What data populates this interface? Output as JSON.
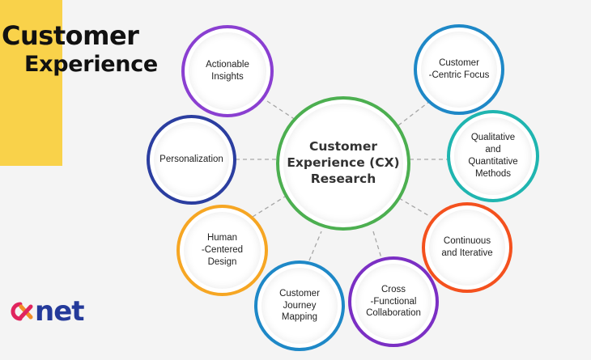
{
  "title": {
    "line1": "Customer",
    "line2": "Experience"
  },
  "center": {
    "label": "Customer\nExperience (CX)\nResearch",
    "color": "#4caf50"
  },
  "nodes": [
    {
      "id": "actionable-insights",
      "label": "Actionable\nInsights",
      "color": "#8a3fd1"
    },
    {
      "id": "customer-centric-focus",
      "label": "Customer\n-Centric Focus",
      "color": "#1e88c7"
    },
    {
      "id": "personalization",
      "label": "Personalization",
      "color": "#2b3ea0"
    },
    {
      "id": "qualitative-quantitative",
      "label": "Qualitative\nand\nQuantitative\nMethods",
      "color": "#1fb5b0"
    },
    {
      "id": "human-centered-design",
      "label": "Human\n-Centered\nDesign",
      "color": "#f6a623"
    },
    {
      "id": "continuous-iterative",
      "label": "Continuous\nand Iterative",
      "color": "#f4511e"
    },
    {
      "id": "customer-journey-mapping",
      "label": "Customer\nJourney\nMapping",
      "color": "#1e88c7"
    },
    {
      "id": "cross-functional-collaboration",
      "label": "Cross\n-Functional\nCollaboration",
      "color": "#7b2fc4"
    }
  ],
  "logo": {
    "text": "net",
    "mark_icon": "cx-logo-icon",
    "color": "#243a9a",
    "accent": "#e0245e"
  }
}
